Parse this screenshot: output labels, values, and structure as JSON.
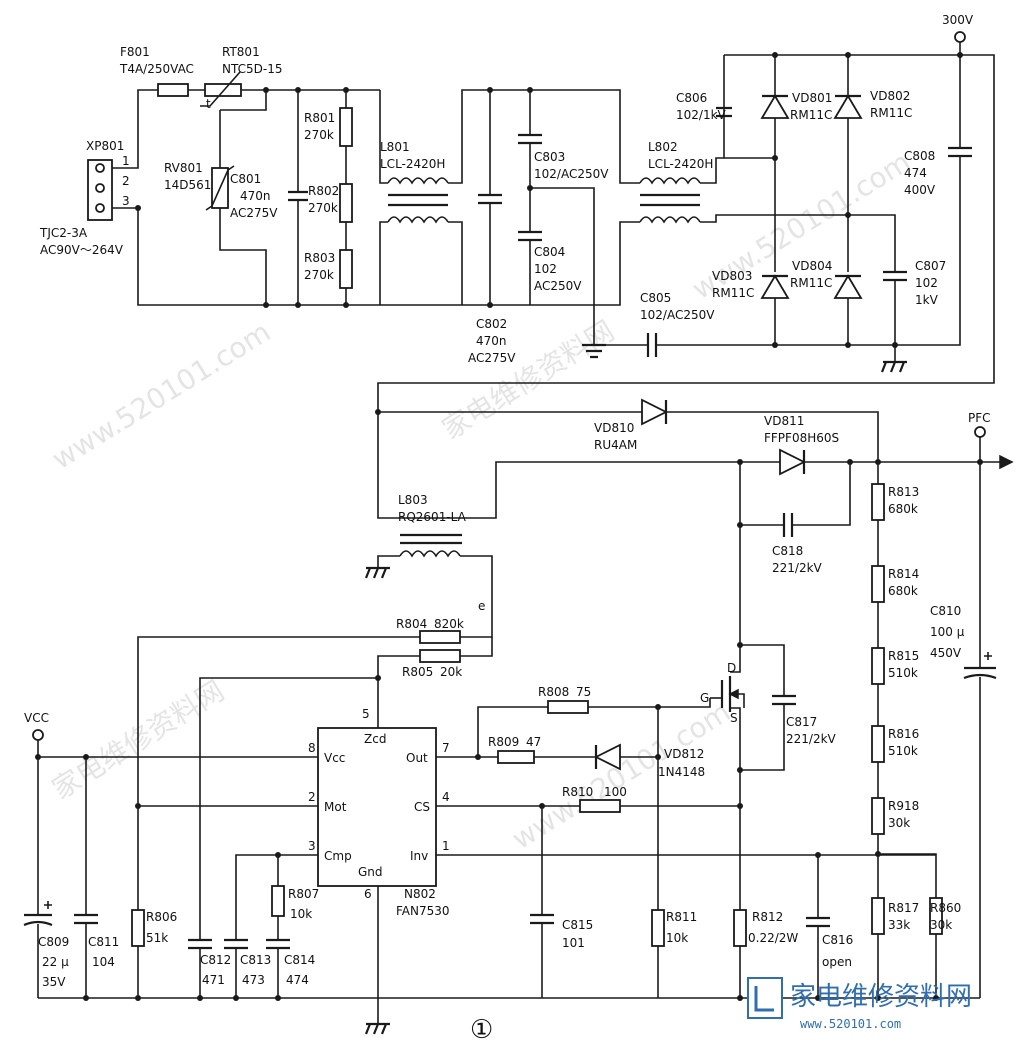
{
  "connector": {
    "ref": "XP801",
    "type": "TJC2-3A",
    "input": "AC90V～264V",
    "pins": [
      "1",
      "2",
      "3"
    ]
  },
  "fuse": {
    "ref": "F801",
    "value": "T4A/250VAC"
  },
  "thermistor": {
    "ref": "RT801",
    "value": "NTC5D-15",
    "symbol": "t"
  },
  "varistor": {
    "ref": "RV801",
    "value": "14D561"
  },
  "c801": {
    "ref": "C801",
    "value1": "470n",
    "value2": "AC275V"
  },
  "r801": {
    "ref": "R801",
    "value": "270k"
  },
  "r802": {
    "ref": "R802",
    "value": "270k"
  },
  "r803": {
    "ref": "R803",
    "value": "270k"
  },
  "l801": {
    "ref": "L801",
    "value": "LCL-2420H"
  },
  "c802": {
    "ref": "C802",
    "value1": "470n",
    "value2": "AC275V"
  },
  "c803": {
    "ref": "C803",
    "value": "102/AC250V"
  },
  "c804": {
    "ref": "C804",
    "value1": "102",
    "value2": "AC250V"
  },
  "l802": {
    "ref": "L802",
    "value": "LCL-2420H"
  },
  "c805": {
    "ref": "C805",
    "value": "102/AC250V"
  },
  "c806": {
    "ref": "C806",
    "value": "102/1kV"
  },
  "vd801": {
    "ref": "VD801",
    "value": "RM11C"
  },
  "vd802": {
    "ref": "VD802",
    "value": "RM11C"
  },
  "vd803": {
    "ref": "VD803",
    "value": "RM11C"
  },
  "vd804": {
    "ref": "VD804",
    "value": "RM11C"
  },
  "c807": {
    "ref": "C807",
    "value1": "102",
    "value2": "1kV"
  },
  "c808": {
    "ref": "C808",
    "value1": "474",
    "value2": "400V"
  },
  "rail_300v": "300V",
  "vd810": {
    "ref": "VD810",
    "value": "RU4AM"
  },
  "vd811": {
    "ref": "VD811",
    "value": "FFPF08H60S"
  },
  "pfc_label": "PFC",
  "l803": {
    "ref": "L803",
    "value": "RQ2601-LA",
    "dot": "e"
  },
  "c818": {
    "ref": "C818",
    "value": "221/2kV"
  },
  "r813": {
    "ref": "R813",
    "value": "680k"
  },
  "r814": {
    "ref": "R814",
    "value": "680k"
  },
  "r815": {
    "ref": "R815",
    "value": "510k"
  },
  "r816": {
    "ref": "R816",
    "value": "510k"
  },
  "r918": {
    "ref": "R918",
    "value": "30k"
  },
  "r817": {
    "ref": "R817",
    "value": "33k"
  },
  "r860": {
    "ref": "R860",
    "value": "30k"
  },
  "c810": {
    "ref": "C810",
    "value1": "100 µ",
    "value2": "450V"
  },
  "r804": {
    "ref": "R804",
    "value": "820k"
  },
  "r805": {
    "ref": "R805",
    "value": "20k"
  },
  "r808": {
    "ref": "R808",
    "value": "75"
  },
  "r809": {
    "ref": "R809",
    "value": "47"
  },
  "vd812": {
    "ref": "VD812",
    "value": "1N4148"
  },
  "r810": {
    "ref": "R810",
    "value": "100"
  },
  "mosfet": {
    "d": "D",
    "g": "G",
    "s": "S"
  },
  "c817": {
    "ref": "C817",
    "value": "221/2kV"
  },
  "ic": {
    "ref": "N802",
    "part": "FAN7530",
    "pins": {
      "vcc": "Vcc",
      "mot": "Mot",
      "cmp": "Cmp",
      "gnd": "Gnd",
      "zcd": "Zcd",
      "out": "Out",
      "cs": "CS",
      "inv": "Inv"
    },
    "pin_numbers": {
      "vcc": "8",
      "mot": "2",
      "cmp": "3",
      "gnd": "6",
      "zcd": "5",
      "out": "7",
      "cs": "4",
      "inv": "1"
    }
  },
  "vcc_label": "VCC",
  "c809": {
    "ref": "C809",
    "value1": "22 µ",
    "value2": "35V"
  },
  "c811": {
    "ref": "C811",
    "value": "104"
  },
  "r806": {
    "ref": "R806",
    "value": "51k"
  },
  "c812": {
    "ref": "C812",
    "value": "471"
  },
  "c813": {
    "ref": "C813",
    "value": "473"
  },
  "c814": {
    "ref": "C814",
    "value": "474"
  },
  "r807": {
    "ref": "R807",
    "value": "10k"
  },
  "c815": {
    "ref": "C815",
    "value": "101"
  },
  "r811": {
    "ref": "R811",
    "value": "10k"
  },
  "r812": {
    "ref": "R812",
    "value": "0.22/2W"
  },
  "c816": {
    "ref": "C816",
    "value": "open"
  },
  "figure_number": "①",
  "watermark": {
    "site": "www.520101.com",
    "cn": "家电维修资料网",
    "logo": "家电维修资料网",
    "logo_url": "www.520101.com"
  }
}
